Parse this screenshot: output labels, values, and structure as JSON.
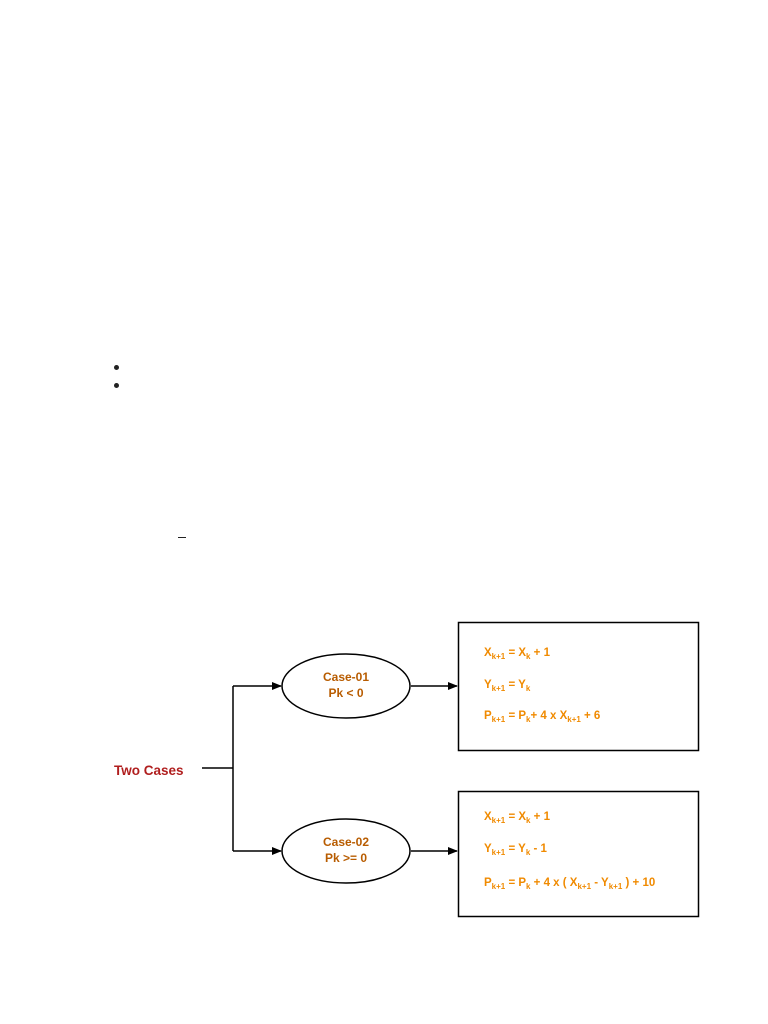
{
  "colors": {
    "root_text": "#b01e1e",
    "case_text": "#b85c00",
    "formula_text": "#f08a00",
    "line": "#000000"
  },
  "diagram": {
    "root_label": "Two Cases",
    "cases": [
      {
        "title": "Case-01",
        "condition": "Pk < 0",
        "formulas": [
          [
            {
              "t": "X"
            },
            {
              "t": "k+1",
              "sub": true
            },
            {
              "t": " = X"
            },
            {
              "t": "k",
              "sub": true
            },
            {
              "t": " + 1"
            }
          ],
          [
            {
              "t": "Y"
            },
            {
              "t": "k+1",
              "sub": true
            },
            {
              "t": " = Y"
            },
            {
              "t": "k",
              "sub": true
            }
          ],
          [
            {
              "t": "P"
            },
            {
              "t": "k+1",
              "sub": true
            },
            {
              "t": " = P"
            },
            {
              "t": "k",
              "sub": true
            },
            {
              "t": "+ 4 x X"
            },
            {
              "t": "k+1",
              "sub": true
            },
            {
              "t": " + 6"
            }
          ]
        ]
      },
      {
        "title": "Case-02",
        "condition": "Pk >= 0",
        "formulas": [
          [
            {
              "t": "X"
            },
            {
              "t": "k+1",
              "sub": true
            },
            {
              "t": " = X"
            },
            {
              "t": "k",
              "sub": true
            },
            {
              "t": " + 1"
            }
          ],
          [
            {
              "t": "Y"
            },
            {
              "t": "k+1",
              "sub": true
            },
            {
              "t": " = Y"
            },
            {
              "t": "k",
              "sub": true
            },
            {
              "t": " - 1"
            }
          ],
          [
            {
              "t": "P"
            },
            {
              "t": "k+1",
              "sub": true
            },
            {
              "t": " = P"
            },
            {
              "t": "k",
              "sub": true
            },
            {
              "t": " + 4 x ( X"
            },
            {
              "t": "k+1",
              "sub": true
            },
            {
              "t": " - Y"
            },
            {
              "t": "k+1",
              "sub": true
            },
            {
              "t": " ) + 10"
            }
          ]
        ]
      }
    ]
  }
}
